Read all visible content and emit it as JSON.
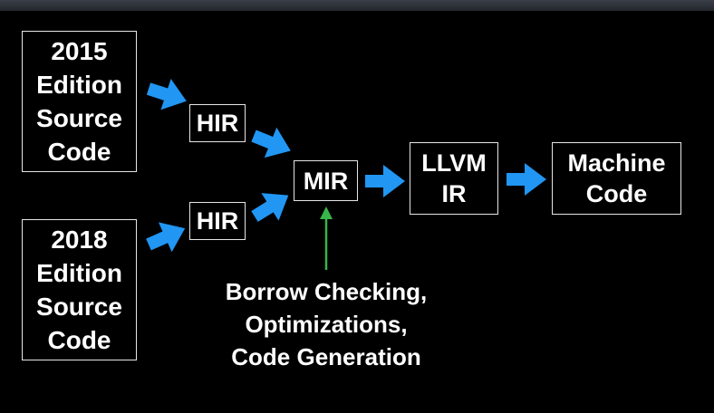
{
  "boxes": {
    "src2015": [
      "2015",
      "Edition",
      "Source",
      "Code"
    ],
    "src2018": [
      "2018",
      "Edition",
      "Source",
      "Code"
    ],
    "hir_top": [
      "HIR"
    ],
    "hir_bottom": [
      "HIR"
    ],
    "mir": [
      "MIR"
    ],
    "llvm": [
      "LLVM",
      "IR"
    ],
    "machine": [
      "Machine",
      "Code"
    ]
  },
  "note": [
    "Borrow Checking,",
    "Optimizations,",
    "Code Generation"
  ],
  "colors": {
    "arrow": "#2196f3",
    "note_arrow": "#39b54a",
    "border": "#e6e6e6",
    "background": "#000000"
  }
}
